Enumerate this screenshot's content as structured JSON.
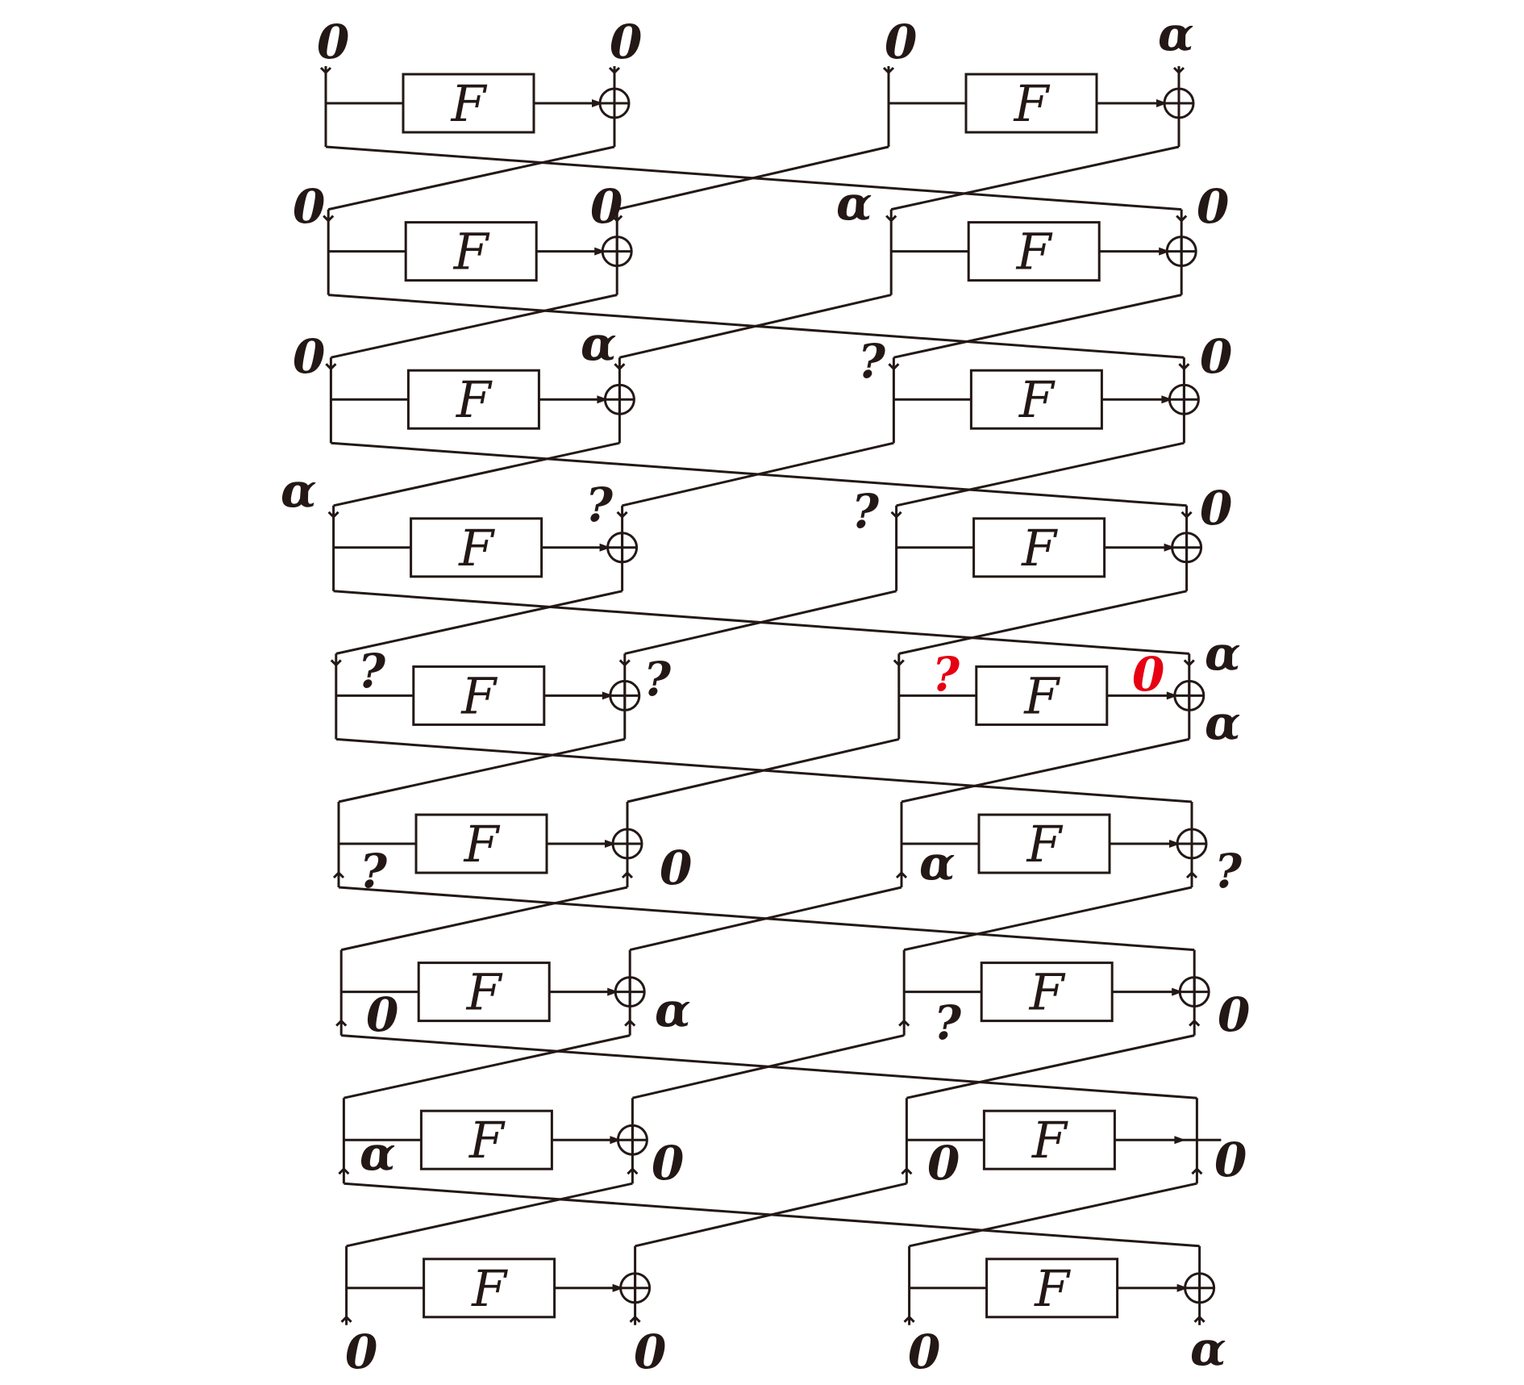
{
  "function_label": "F",
  "labels": [
    {
      "id": "r1-a",
      "text": "0"
    },
    {
      "id": "r1-b",
      "text": "0"
    },
    {
      "id": "r1-c",
      "text": "0"
    },
    {
      "id": "r1-d",
      "text": "α"
    },
    {
      "id": "r2-a",
      "text": "0"
    },
    {
      "id": "r2-b",
      "text": "0"
    },
    {
      "id": "r2-c",
      "text": "α"
    },
    {
      "id": "r2-d",
      "text": "0"
    },
    {
      "id": "r3-a",
      "text": "0"
    },
    {
      "id": "r3-b",
      "text": "α"
    },
    {
      "id": "r3-c",
      "text": "?"
    },
    {
      "id": "r3-d",
      "text": "0"
    },
    {
      "id": "r4-a",
      "text": "α"
    },
    {
      "id": "r4-b",
      "text": "?"
    },
    {
      "id": "r4-c",
      "text": "?"
    },
    {
      "id": "r4-d",
      "text": "0"
    },
    {
      "id": "r5-a",
      "text": "?"
    },
    {
      "id": "r5-b",
      "text": "?"
    },
    {
      "id": "r5-c",
      "text": "?",
      "color": "#e60012"
    },
    {
      "id": "r5-d",
      "text": "0",
      "color": "#e60012"
    },
    {
      "id": "r5-e",
      "text": "α"
    },
    {
      "id": "r5-f",
      "text": "α"
    },
    {
      "id": "r6-a",
      "text": "?"
    },
    {
      "id": "r6-b",
      "text": "0"
    },
    {
      "id": "r6-c",
      "text": "α"
    },
    {
      "id": "r6-d",
      "text": "?"
    },
    {
      "id": "r7-a",
      "text": "0"
    },
    {
      "id": "r7-b",
      "text": "α"
    },
    {
      "id": "r7-c",
      "text": "?"
    },
    {
      "id": "r7-d",
      "text": "0"
    },
    {
      "id": "r8-a",
      "text": "α"
    },
    {
      "id": "r8-b",
      "text": "0"
    },
    {
      "id": "r8-c",
      "text": "0"
    },
    {
      "id": "r8-d",
      "text": "0"
    },
    {
      "id": "r9-a",
      "text": "0"
    },
    {
      "id": "r9-b",
      "text": "0"
    },
    {
      "id": "r9-c",
      "text": "0"
    },
    {
      "id": "r9-d",
      "text": "α"
    }
  ],
  "colors": {
    "line": "#231815",
    "highlight": "#e60012"
  }
}
